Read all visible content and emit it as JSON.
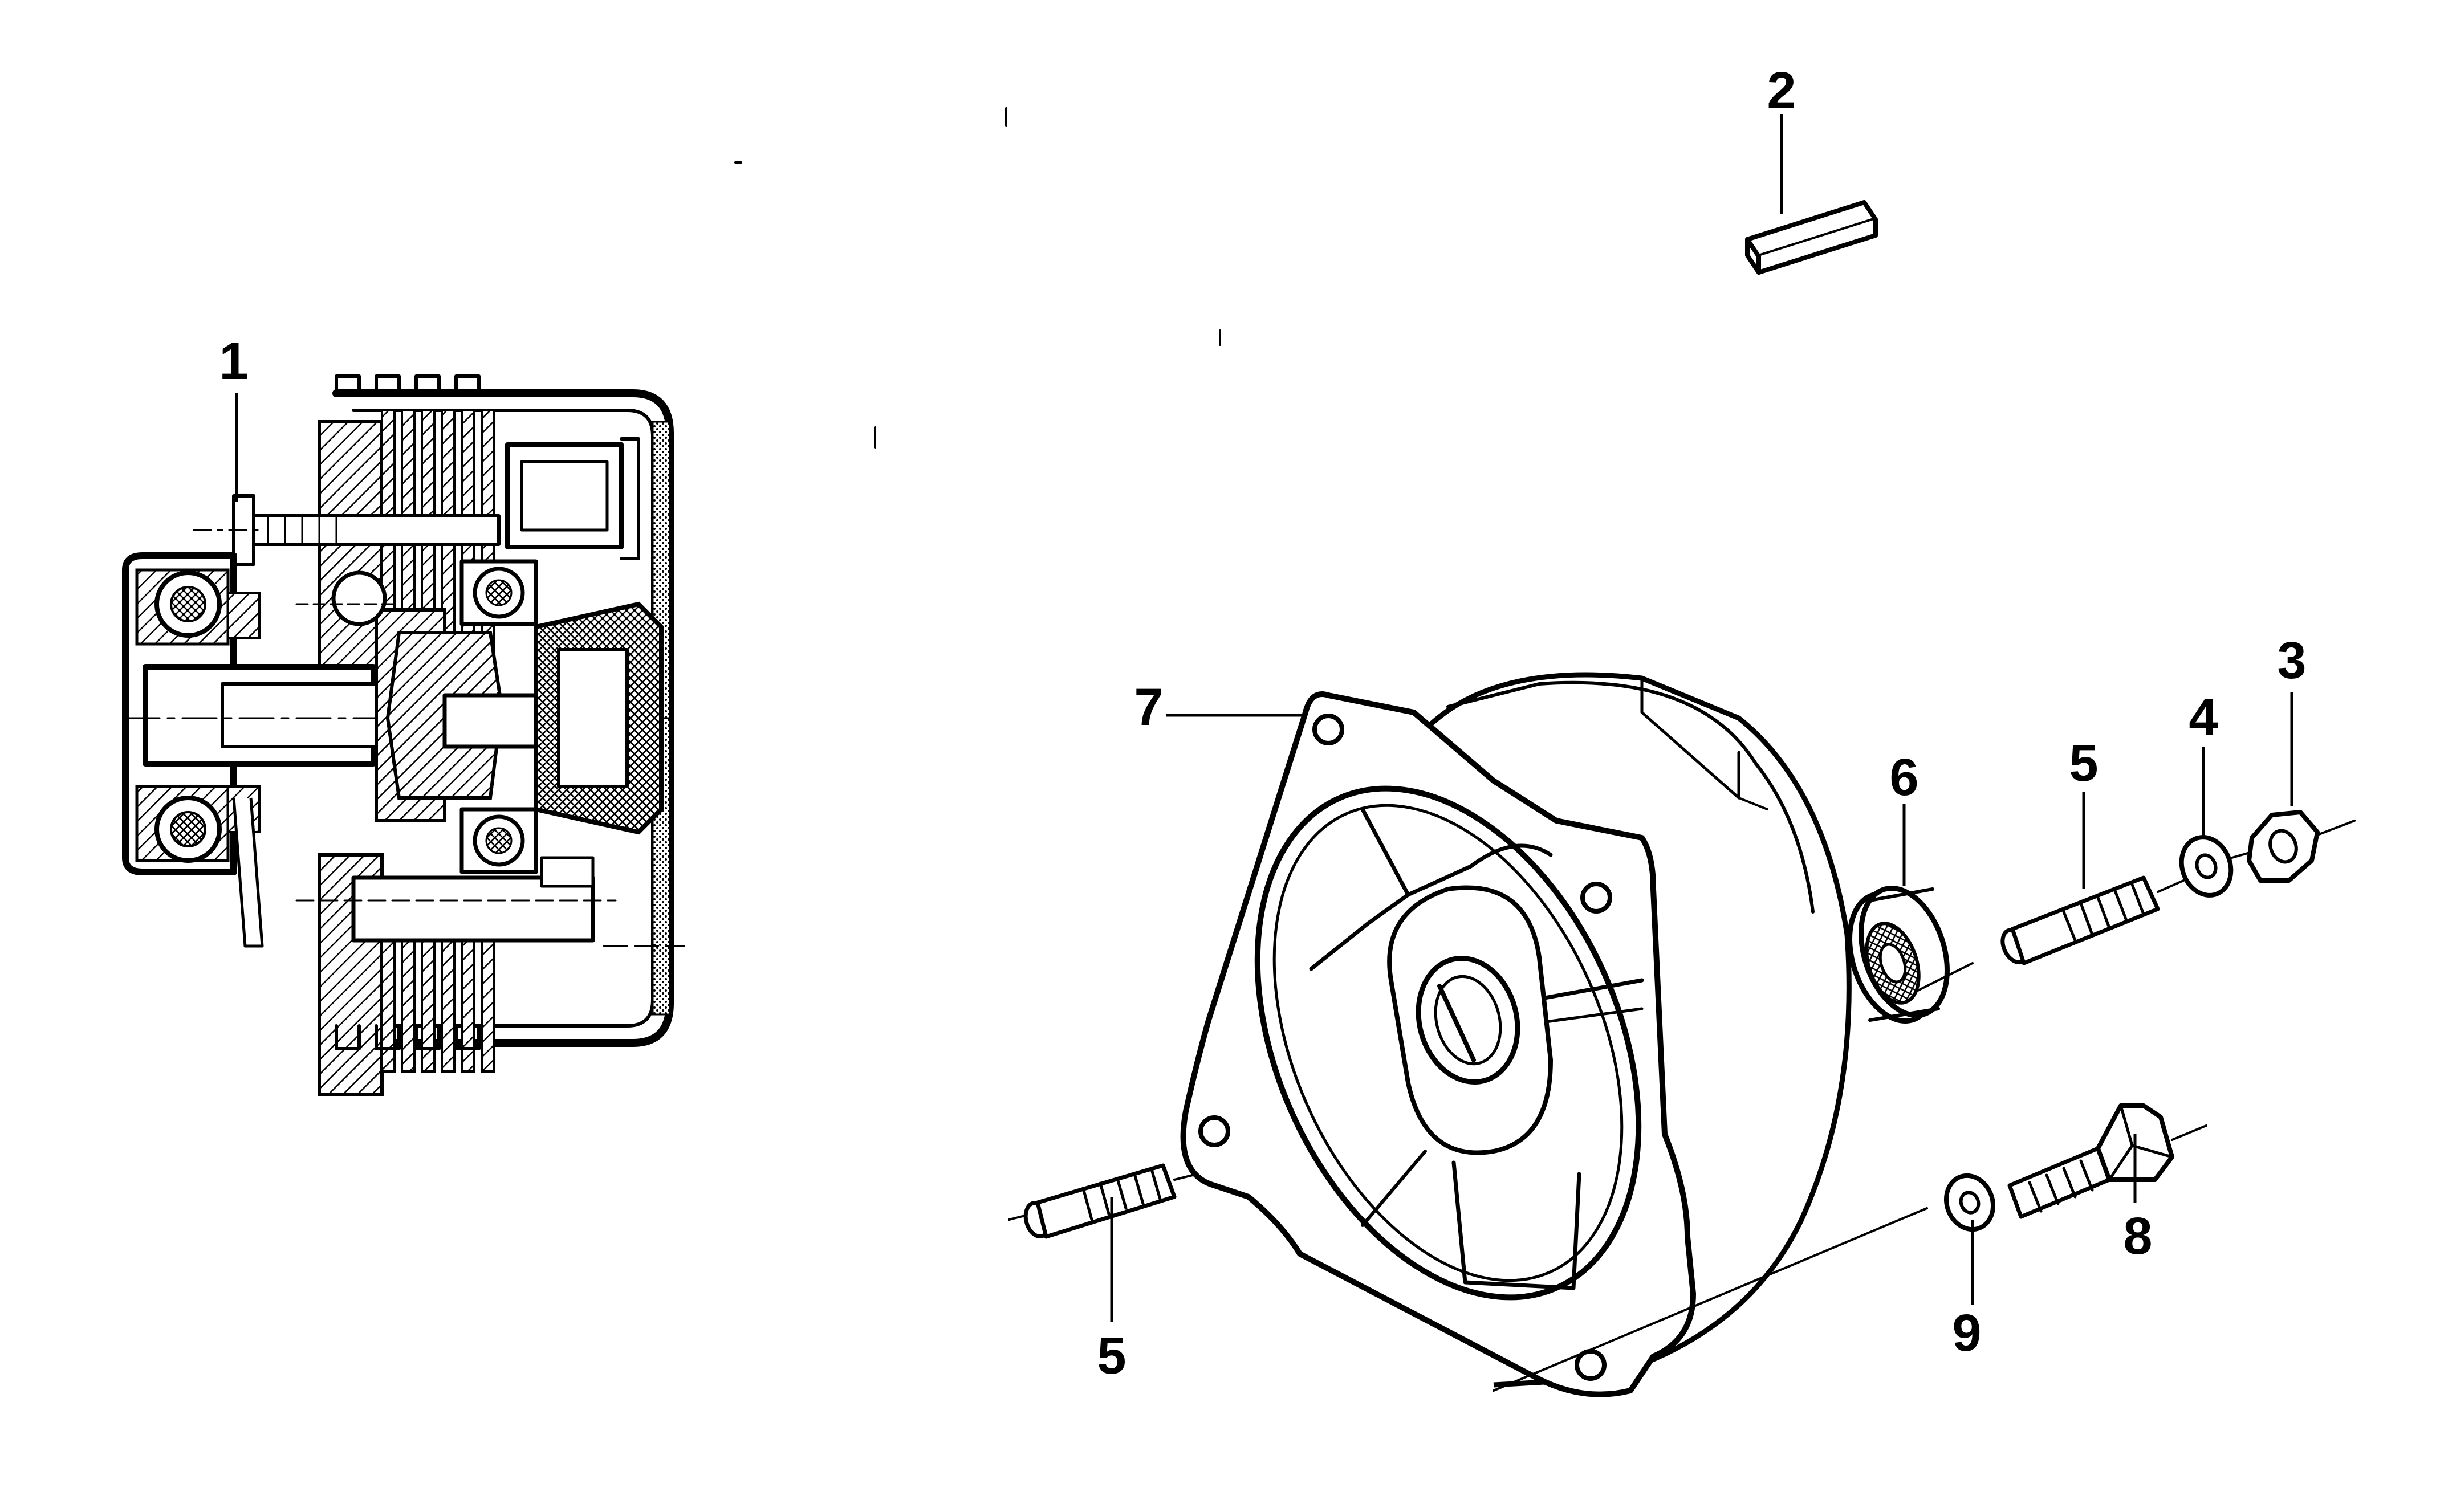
{
  "callouts": {
    "c1": "1",
    "c2": "2",
    "c3": "3",
    "c4": "4",
    "c5a": "5",
    "c5b": "5",
    "c6": "6",
    "c7": "7",
    "c8": "8",
    "c9": "9"
  },
  "colors": {
    "ink": "#000000",
    "paper": "#ffffff"
  }
}
